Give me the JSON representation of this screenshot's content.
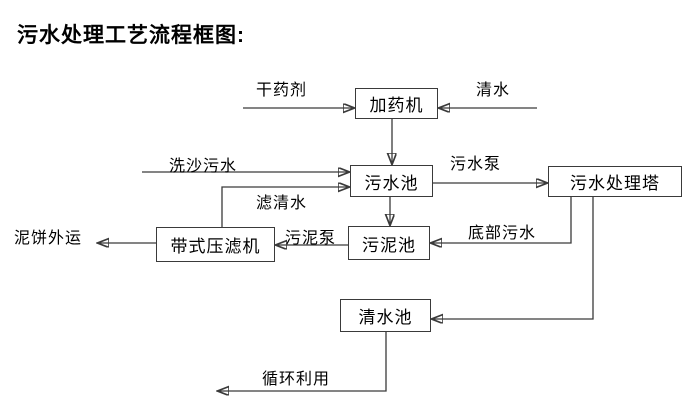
{
  "title": "污水处理工艺流程框图:",
  "nodes": {
    "dosing_machine": "加药机",
    "sewage_pool": "污水池",
    "treatment_tower": "污水处理塔",
    "sludge_pool": "污泥池",
    "belt_filter_press": "带式压滤机",
    "clean_water_pool": "清水池"
  },
  "flow_labels": {
    "dry_agent": "干药剂",
    "clean_water": "清水",
    "sand_wash_sewage": "洗沙污水",
    "filtered_water": "滤清水",
    "sewage_pump": "污水泵",
    "sludge_pump": "污泥泵",
    "bottom_sewage": "底部污水",
    "mud_cake_out": "泥饼外运",
    "recycling": "循环利用"
  },
  "colors": {
    "line": "#3a3a3a",
    "text": "#000000",
    "background": "#ffffff"
  }
}
